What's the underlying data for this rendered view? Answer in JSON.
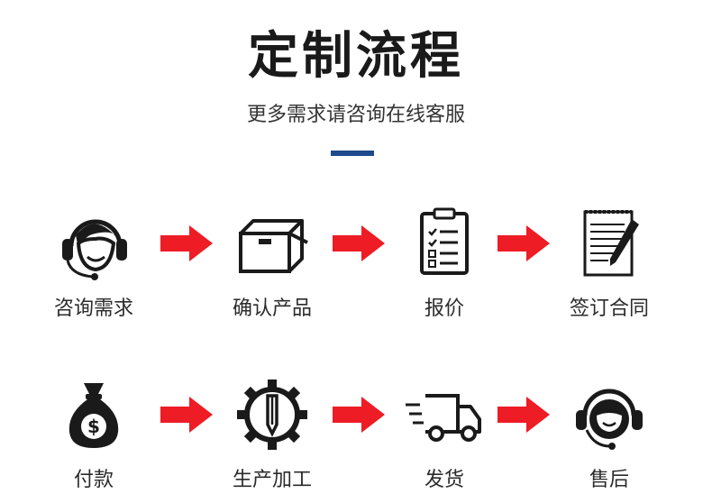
{
  "header": {
    "title": "定制流程",
    "subtitle": "更多需求请咨询在线客服"
  },
  "colors": {
    "accent_bar": "#1d4a8c",
    "arrow": "#ee1c25",
    "icon": "#1a1a1a"
  },
  "steps": [
    {
      "label": "咨询需求",
      "icon": "headset-agent-icon"
    },
    {
      "label": "确认产品",
      "icon": "box-icon"
    },
    {
      "label": "报价",
      "icon": "clipboard-checklist-icon"
    },
    {
      "label": "签订合同",
      "icon": "contract-pen-icon"
    },
    {
      "label": "付款",
      "icon": "money-bag-icon"
    },
    {
      "label": "生产加工",
      "icon": "gear-tool-icon"
    },
    {
      "label": "发货",
      "icon": "delivery-truck-icon"
    },
    {
      "label": "售后",
      "icon": "customer-service-icon"
    }
  ]
}
